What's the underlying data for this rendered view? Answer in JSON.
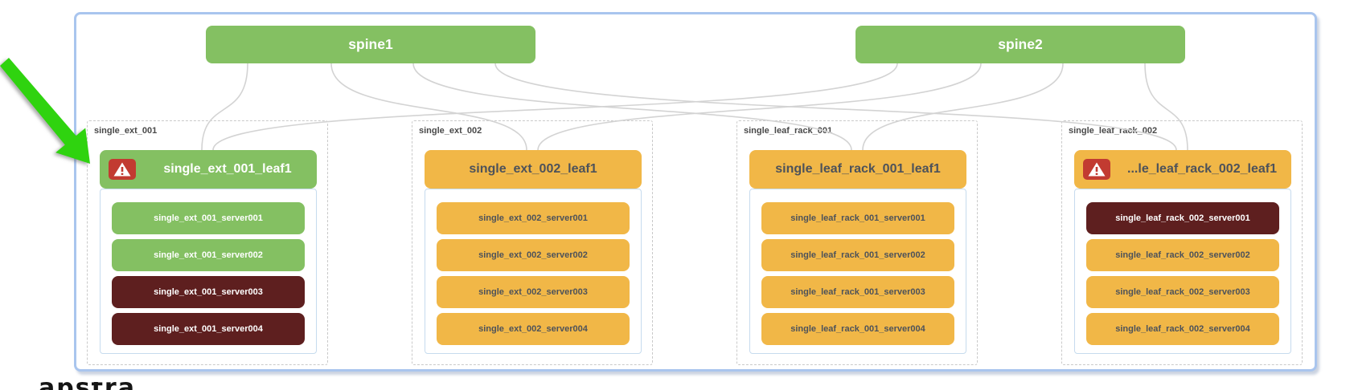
{
  "diagram": {
    "spines": [
      {
        "label": "spine1"
      },
      {
        "label": "spine2"
      }
    ],
    "racks": [
      {
        "label": "single_ext_001",
        "leaf": {
          "label": "single_ext_001_leaf1",
          "status": "green",
          "warning": true
        },
        "servers": [
          {
            "label": "single_ext_001_server001",
            "status": "green"
          },
          {
            "label": "single_ext_001_server002",
            "status": "green"
          },
          {
            "label": "single_ext_001_server003",
            "status": "maroon"
          },
          {
            "label": "single_ext_001_server004",
            "status": "maroon"
          }
        ]
      },
      {
        "label": "single_ext_002",
        "leaf": {
          "label": "single_ext_002_leaf1",
          "status": "orange",
          "warning": false
        },
        "servers": [
          {
            "label": "single_ext_002_server001",
            "status": "orange"
          },
          {
            "label": "single_ext_002_server002",
            "status": "orange"
          },
          {
            "label": "single_ext_002_server003",
            "status": "orange"
          },
          {
            "label": "single_ext_002_server004",
            "status": "orange"
          }
        ]
      },
      {
        "label": "single_leaf_rack_001",
        "leaf": {
          "label": "single_leaf_rack_001_leaf1",
          "status": "orange",
          "warning": false
        },
        "servers": [
          {
            "label": "single_leaf_rack_001_server001",
            "status": "orange"
          },
          {
            "label": "single_leaf_rack_001_server002",
            "status": "orange"
          },
          {
            "label": "single_leaf_rack_001_server003",
            "status": "orange"
          },
          {
            "label": "single_leaf_rack_001_server004",
            "status": "orange"
          }
        ]
      },
      {
        "label": "single_leaf_rack_002",
        "leaf": {
          "label": "...le_leaf_rack_002_leaf1",
          "status": "orange",
          "warning": true
        },
        "servers": [
          {
            "label": "single_leaf_rack_002_server001",
            "status": "maroon"
          },
          {
            "label": "single_leaf_rack_002_server002",
            "status": "orange"
          },
          {
            "label": "single_leaf_rack_002_server003",
            "status": "orange"
          },
          {
            "label": "single_leaf_rack_002_server004",
            "status": "orange"
          }
        ]
      }
    ],
    "links": [
      {
        "spine": 0,
        "rack": 0
      },
      {
        "spine": 0,
        "rack": 1
      },
      {
        "spine": 0,
        "rack": 2
      },
      {
        "spine": 0,
        "rack": 3
      },
      {
        "spine": 1,
        "rack": 0
      },
      {
        "spine": 1,
        "rack": 1
      },
      {
        "spine": 1,
        "rack": 2
      },
      {
        "spine": 1,
        "rack": 3
      }
    ],
    "colors": {
      "green": "#84c062",
      "orange": "#f1b747",
      "maroon": "#5e1f1f",
      "link": "#d3d3d3",
      "warning_badge": "#c23b31",
      "annotation_arrow": "#2fd30f",
      "frame_border": "#a9c5ee"
    },
    "logo_text": "apstra"
  }
}
